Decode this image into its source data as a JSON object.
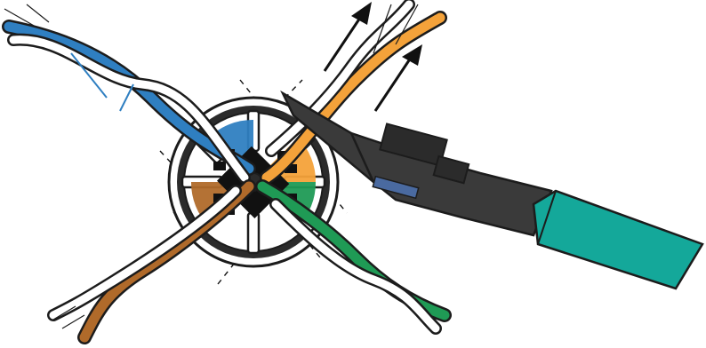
{
  "illustration": {
    "subject": "",
    "colors": {
      "blue": "#2f7fc1",
      "orange": "#f4a23a",
      "green": "#1f9a55",
      "brown": "#b06a2a",
      "white": "#ffffff",
      "outline": "#1c1c1c",
      "jack_body": "#2b2b2b",
      "jack_dark": "#111111",
      "tool_body": "#3a3a3a",
      "tool_handle": "#14a89a"
    },
    "wire_pairs": [
      {
        "name": "blue-pair",
        "color": "blue"
      },
      {
        "name": "orange-pair",
        "color": "orange"
      },
      {
        "name": "green-pair",
        "color": "green"
      },
      {
        "name": "brown-pair",
        "color": "brown"
      }
    ],
    "arrows": [
      {
        "name": "pull-arrow-1"
      },
      {
        "name": "pull-arrow-2"
      }
    ],
    "tool": {
      "name": "punch-down-tool"
    }
  }
}
